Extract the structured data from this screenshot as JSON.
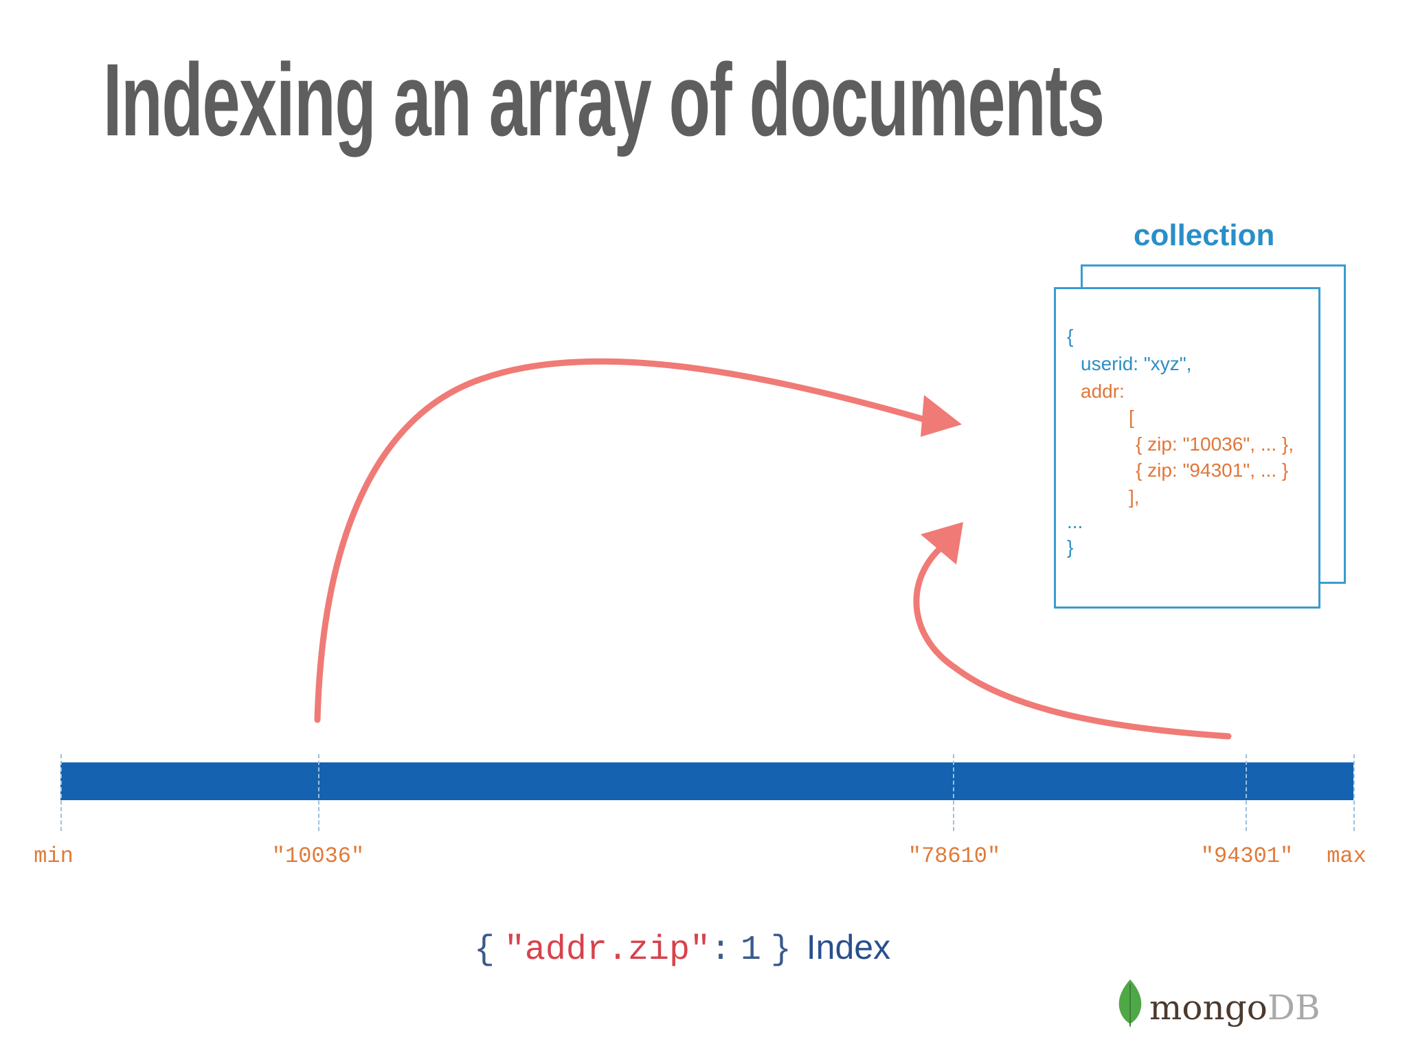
{
  "slide": {
    "title": "Indexing an array of documents"
  },
  "collection": {
    "title": "collection",
    "document_lines": [
      "{",
      "userid: \"xyz\",",
      "addr:",
      "[",
      "{ zip: \"10036\", ... },",
      "{ zip: \"94301\", ... }",
      "],",
      "...",
      "}"
    ]
  },
  "index": {
    "tick_labels": [
      "min",
      "\"10036\"",
      "\"78610\"",
      "\"94301\"",
      "max"
    ],
    "spec_open": "{",
    "spec_key": "\"addr.zip\"",
    "spec_colon": ":",
    "spec_value": "1",
    "spec_close": "}",
    "spec_word": "Index"
  },
  "logo": {
    "mongo": "mongo",
    "db": "DB"
  },
  "colors": {
    "title": "#5e5e5e",
    "collection_border": "#3a9bd0",
    "code_blue": "#2c8ec6",
    "code_orange": "#e07638",
    "arrow": "#f07a76",
    "index_bar": "#1462b0",
    "tick_label": "#e07a3a",
    "index_key": "#d8424c",
    "index_word": "#2a4f8e",
    "logo_leaf": "#4fa847"
  },
  "icons": [
    "pointer-arrow",
    "mongodb-leaf-icon"
  ]
}
